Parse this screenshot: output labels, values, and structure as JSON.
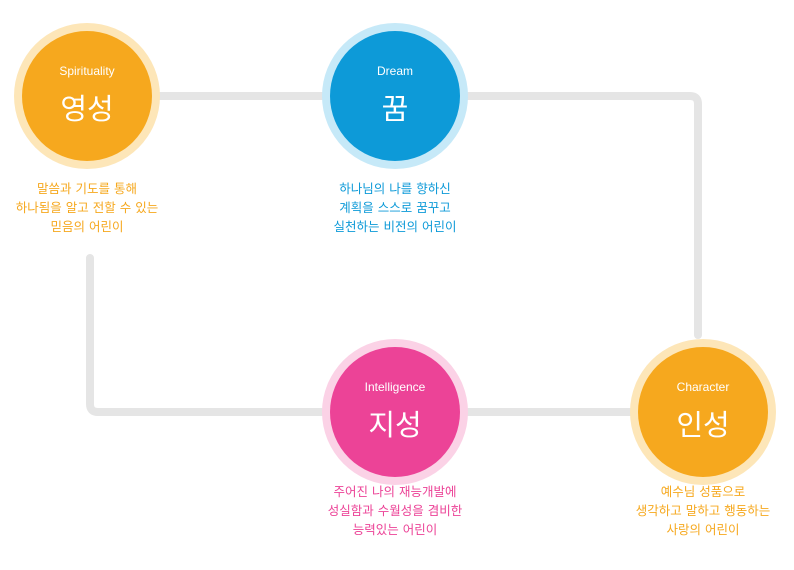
{
  "nodes": [
    {
      "id": "spirituality",
      "english": "Spirituality",
      "korean": "영성",
      "color": "#f6a81e",
      "ring_color": "#fde6b8",
      "description": [
        "말씀과 기도를 통해",
        "하나됨을 알고 전할 수 있는",
        "믿음의 어린이"
      ]
    },
    {
      "id": "dream",
      "english": "Dream",
      "korean": "꿈",
      "color": "#0d9ad8",
      "ring_color": "#c6e9f8",
      "description": [
        "하나님의 나를 향하신",
        "계획을 스스로 꿈꾸고",
        "실천하는 비전의 어린이"
      ]
    },
    {
      "id": "character",
      "english": "Character",
      "korean": "인성",
      "color": "#f6a81e",
      "ring_color": "#fde6b8",
      "description": [
        "예수님 성품으로",
        "생각하고 말하고 행동하는",
        "사랑의 어린이"
      ]
    },
    {
      "id": "intelligence",
      "english": "Intelligence",
      "korean": "지성",
      "color": "#ec4397",
      "ring_color": "#fbd2e6",
      "description": [
        "주어진 나의 재능개발에",
        "성실함과 수월성을 겸비한",
        "능력있는 어린이"
      ]
    }
  ],
  "connector_color": "#e5e5e5"
}
